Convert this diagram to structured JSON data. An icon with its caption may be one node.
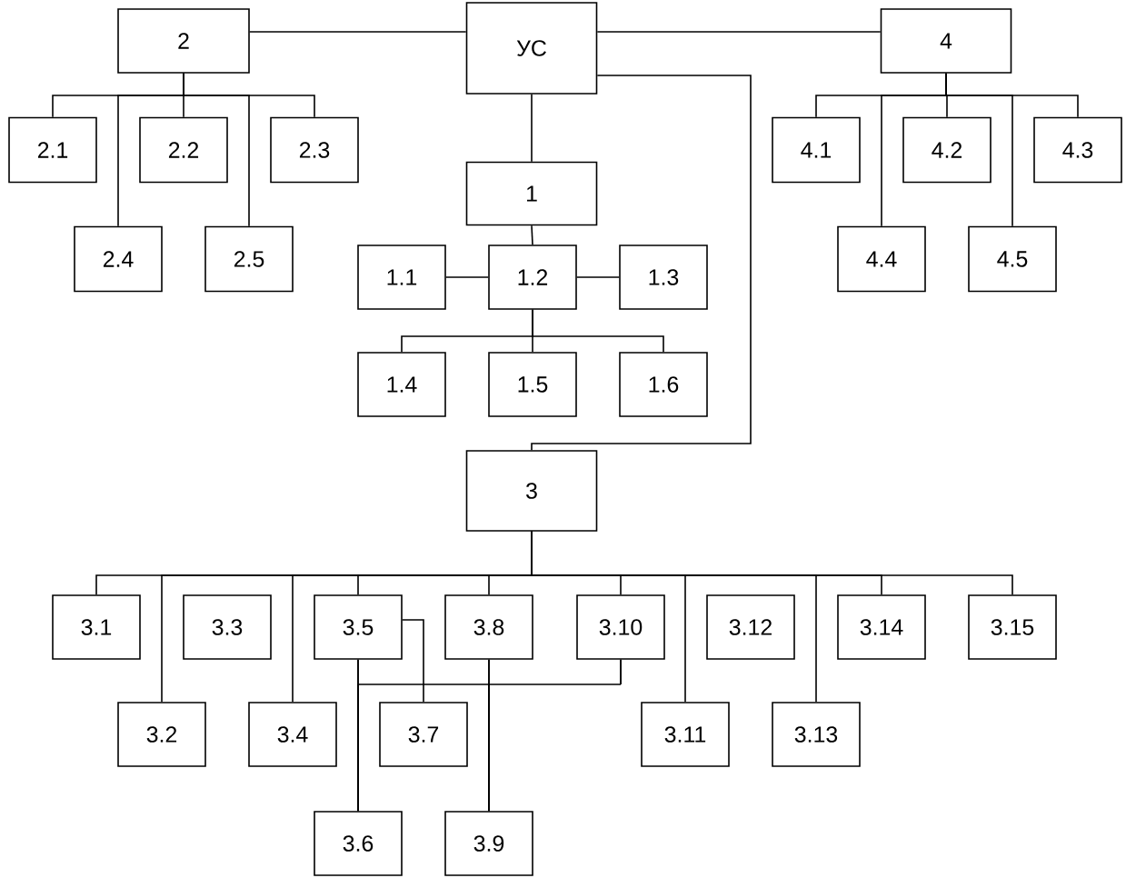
{
  "diagram": {
    "nodes": [
      {
        "text": [
          "2"
        ]
      },
      {
        "text": [
          "УС"
        ]
      },
      {
        "text": [
          "4"
        ]
      },
      {
        "text": [
          "2.1"
        ]
      },
      {
        "text": [
          "2.2"
        ]
      },
      {
        "text": [
          "2.3"
        ]
      },
      {
        "text": [
          "2.4"
        ]
      },
      {
        "text": [
          "2.5"
        ]
      },
      {
        "text": [
          "4.1"
        ]
      },
      {
        "text": [
          "4.2"
        ]
      },
      {
        "text": [
          "4.3"
        ]
      },
      {
        "text": [
          "4.4"
        ]
      },
      {
        "text": [
          "4.5"
        ]
      },
      {
        "text": [
          "1"
        ]
      },
      {
        "text": [
          "1.1"
        ]
      },
      {
        "text": [
          "1.2"
        ]
      },
      {
        "text": [
          "1.3"
        ]
      },
      {
        "text": [
          "1.4"
        ]
      },
      {
        "text": [
          "1.5"
        ]
      },
      {
        "text": [
          "1.6"
        ]
      },
      {
        "text": [
          "3"
        ]
      },
      {
        "text": [
          "3.1"
        ]
      },
      {
        "text": [
          "3.2"
        ]
      },
      {
        "text": [
          "3.3"
        ]
      },
      {
        "text": [
          "3.4"
        ]
      },
      {
        "text": [
          "3.5"
        ]
      },
      {
        "text": [
          "3.6"
        ]
      },
      {
        "text": [
          "3.7"
        ]
      },
      {
        "text": [
          "3.8"
        ]
      },
      {
        "text": [
          "3.9"
        ]
      },
      {
        "text": [
          "3.10"
        ]
      },
      {
        "text": [
          "3.11"
        ]
      },
      {
        "text": [
          "3.12"
        ]
      },
      {
        "text": [
          "3.13"
        ]
      },
      {
        "text": [
          "3.14"
        ]
      },
      {
        "text": [
          "3.15"
        ]
      }
    ],
    "edges": [
      {
        "from": 0,
        "to": 1,
        "arrow": "none"
      },
      {
        "from": 1,
        "to": 2,
        "arrow": "none"
      },
      {
        "from": 0,
        "to": 3,
        "arrow": "none"
      },
      {
        "from": 0,
        "to": 6,
        "arrow": "none"
      },
      {
        "from": 0,
        "to": 4,
        "arrow": "none"
      },
      {
        "from": 0,
        "to": 7,
        "arrow": "none"
      },
      {
        "from": 0,
        "to": 5,
        "arrow": "none"
      },
      {
        "from": 2,
        "to": 8,
        "arrow": "none"
      },
      {
        "from": 2,
        "to": 11,
        "arrow": "none"
      },
      {
        "from": 2,
        "to": 9,
        "arrow": "none"
      },
      {
        "from": 2,
        "to": 12,
        "arrow": "none"
      },
      {
        "from": 2,
        "to": 10,
        "arrow": "none"
      },
      {
        "from": 1,
        "to": 13,
        "arrow": "none"
      },
      {
        "from": 13,
        "to": 15,
        "arrow": "none"
      },
      {
        "from": 14,
        "to": 15,
        "arrow": "none"
      },
      {
        "from": 15,
        "to": 16,
        "arrow": "none"
      },
      {
        "from": 15,
        "to": 17,
        "arrow": "none"
      },
      {
        "from": 15,
        "to": 18,
        "arrow": "none"
      },
      {
        "from": 15,
        "to": 19,
        "arrow": "none"
      },
      {
        "from": 1,
        "to": 20,
        "arrow": "none"
      },
      {
        "from": 20,
        "to": 21,
        "arrow": "none"
      },
      {
        "from": 20,
        "to": 22,
        "arrow": "none"
      },
      {
        "from": 20,
        "to": 24,
        "arrow": "none"
      },
      {
        "from": 20,
        "to": 25,
        "arrow": "none"
      },
      {
        "from": 20,
        "to": 28,
        "arrow": "none"
      },
      {
        "from": 20,
        "to": 30,
        "arrow": "none"
      },
      {
        "from": 20,
        "to": 31,
        "arrow": "none"
      },
      {
        "from": 20,
        "to": 33,
        "arrow": "none"
      },
      {
        "from": 20,
        "to": 34,
        "arrow": "none"
      },
      {
        "from": 20,
        "to": 35,
        "arrow": "none"
      },
      {
        "from": 25,
        "to": 27,
        "arrow": "none"
      },
      {
        "from": 25,
        "to": 26,
        "arrow": "none"
      },
      {
        "from": 25,
        "to": 29,
        "arrow": "none"
      },
      {
        "from": 28,
        "to": 26,
        "arrow": "none"
      },
      {
        "from": 28,
        "to": 29,
        "arrow": "none"
      },
      {
        "from": 30,
        "to": 26,
        "arrow": "none"
      },
      {
        "from": 30,
        "to": 29,
        "arrow": "none"
      }
    ]
  }
}
